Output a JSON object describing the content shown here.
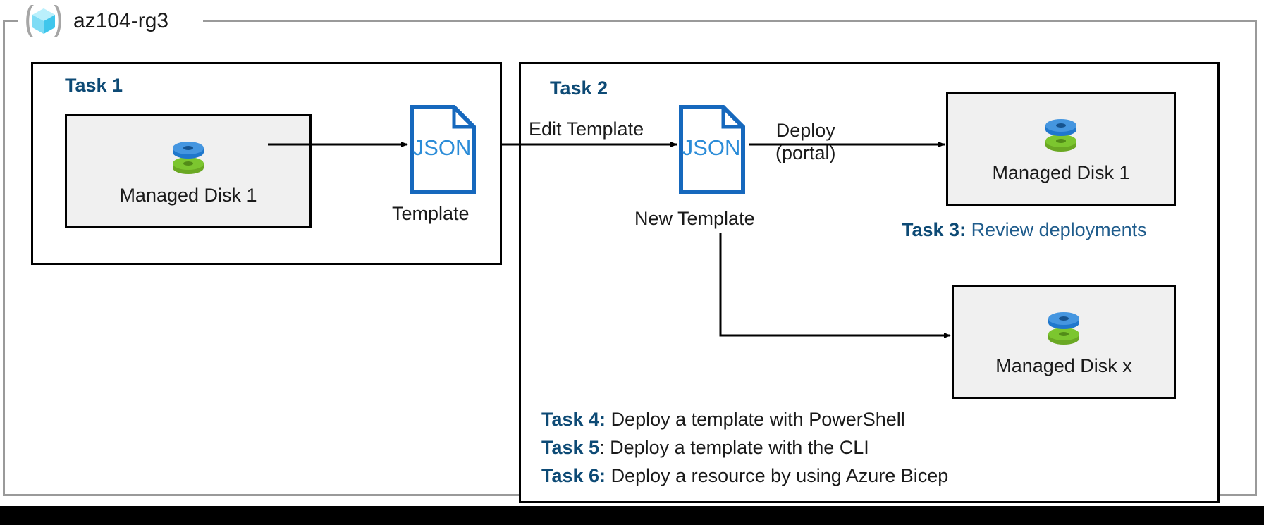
{
  "resource_group": {
    "name": "az104-rg3",
    "icon": "azure-resource-group-icon"
  },
  "task1": {
    "heading": "Task 1",
    "resource": {
      "label": "Managed Disk 1",
      "icon": "managed-disk-icon"
    },
    "template": {
      "doc_text": "JSON",
      "caption": "Template",
      "icon": "json-document-icon"
    }
  },
  "task2": {
    "heading": "Task 2",
    "edit_label": "Edit Template",
    "new_template": {
      "doc_text": "JSON",
      "caption": "New Template",
      "icon": "json-document-icon"
    },
    "deploy_label_line1": "Deploy",
    "deploy_label_line2": "(portal)",
    "deployed_resource": {
      "label": "Managed Disk 1",
      "icon": "managed-disk-icon"
    },
    "scaled_resource": {
      "label": "Managed Disk x",
      "icon": "managed-disk-icon"
    }
  },
  "task3": {
    "tag": "Task 3:",
    "text": "Review deployments"
  },
  "task4": {
    "tag": "Task 4:",
    "text": "Deploy a template with PowerShell"
  },
  "task5": {
    "tag": "Task 5",
    "separator": ": ",
    "text": "Deploy a template with the CLI"
  },
  "task6": {
    "tag": "Task 6:",
    "text": "Deploy a resource by using Azure Bicep"
  },
  "colors": {
    "task_heading": "#0d4a75",
    "task3_text": "#1f5c8c",
    "json_outline": "#1668bd",
    "json_text": "#2b8cd8",
    "disk_blue": "#3e8ede",
    "disk_green": "#76bc2d",
    "resource_box_fill": "#f0f0f0",
    "frame_border": "#9a9a9a",
    "rg_icon_cyan": "#5fd8f5"
  }
}
